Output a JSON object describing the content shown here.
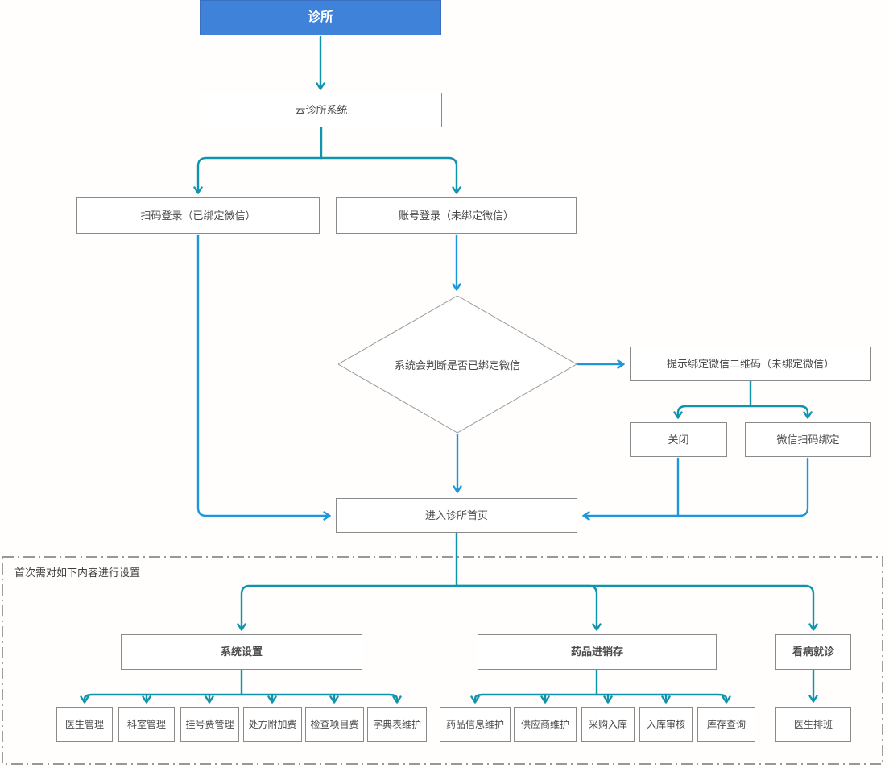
{
  "flow": {
    "clinic": "诊所",
    "cloud_system": "云诊所系统",
    "scan_login": "扫码登录（已绑定微信）",
    "account_login": "账号登录（未绑定微信）",
    "judge_wechat_bound": "系统会判断是否已绑定微信",
    "prompt_bind_qr": "提示绑定微信二维码（未绑定微信）",
    "close": "关闭",
    "wechat_scan_bind": "微信扫码绑定",
    "enter_homepage": "进入诊所首页"
  },
  "setup_section": {
    "note": "首次需对如下内容进行设置",
    "groups": [
      {
        "label": "系统设置",
        "children": [
          "医生管理",
          "科室管理",
          "挂号费管理",
          "处方附加费",
          "检查项目费",
          "字典表维护"
        ]
      },
      {
        "label": "药品进销存",
        "children": [
          "药品信息维护",
          "供应商维护",
          "采购入库",
          "入库审核",
          "库存查询"
        ]
      },
      {
        "label": "看病就诊",
        "children": [
          "医生排班"
        ]
      }
    ]
  },
  "colors": {
    "header_fill": "#3E82D9",
    "header_border": "#3a70c2",
    "flow_arrow": "#1E96DB",
    "tree_arrow": "#1094AE",
    "box_border": "#8a8a8a",
    "dashed_border": "#777777",
    "text_color": "#4a4a4a"
  }
}
